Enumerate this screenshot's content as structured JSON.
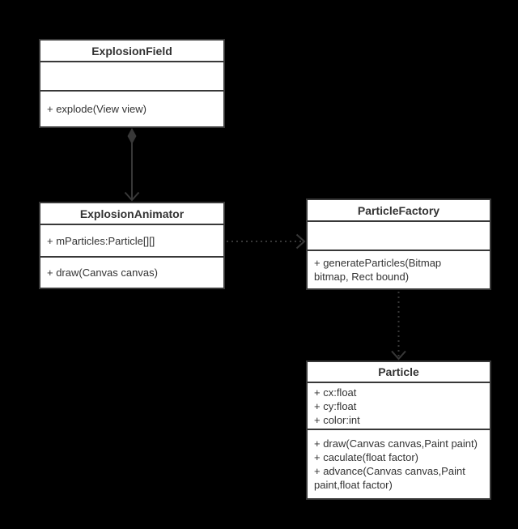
{
  "canvas": {
    "background_color": "#000000",
    "node_fill_color": "#ffffff",
    "line_color": "#383838",
    "text_color": "#333333"
  },
  "classes": [
    {
      "name": "ExplosionField",
      "attributes": [],
      "methods": [
        "+ explode(View view)"
      ]
    },
    {
      "name": "ExplosionAnimator",
      "attributes": [
        "+ mParticles:Particle[][]"
      ],
      "methods": [
        "+ draw(Canvas canvas)"
      ]
    },
    {
      "name": "ParticleFactory",
      "attributes": [],
      "methods": [
        "+ generateParticles(Bitmap bitmap, Rect bound)"
      ]
    },
    {
      "name": "Particle",
      "attributes": [
        "+ cx:float",
        "+ cy:float",
        "+ color:int"
      ],
      "methods": [
        "+ draw(Canvas canvas,Paint paint)",
        "+ caculate(float factor)",
        "+ advance(Canvas canvas,Paint paint,float factor)"
      ]
    }
  ],
  "relationships": [
    {
      "from": "ExplosionField",
      "to": "ExplosionAnimator",
      "type": "composition",
      "line_style": "solid",
      "source_marker": "filled-diamond",
      "target_marker": "open-arrow"
    },
    {
      "from": "ExplosionAnimator",
      "to": "ParticleFactory",
      "type": "dependency",
      "line_style": "dotted",
      "target_marker": "open-arrow"
    },
    {
      "from": "ParticleFactory",
      "to": "Particle",
      "type": "dependency",
      "line_style": "dotted",
      "target_marker": "open-arrow"
    }
  ]
}
